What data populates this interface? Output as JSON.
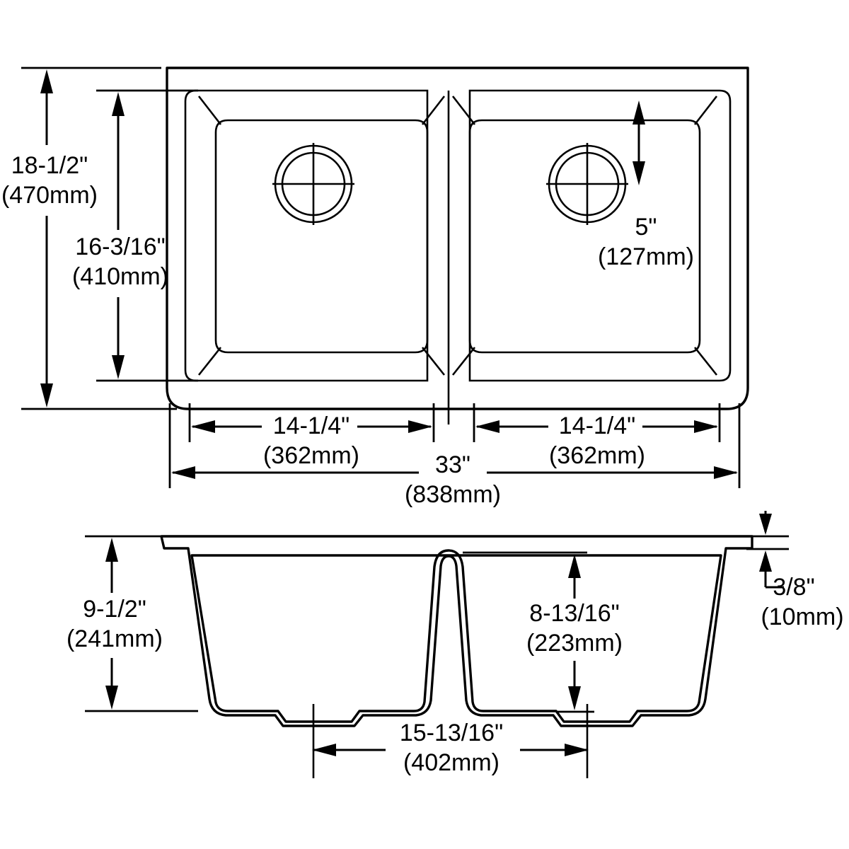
{
  "drawing": {
    "title": "Double bowl sink dimensional drawing",
    "line_color": "#000000",
    "background_color": "#ffffff",
    "views": [
      {
        "name": "top-view",
        "label": ""
      },
      {
        "name": "section-view",
        "label": ""
      }
    ]
  },
  "dimensions": {
    "overall_depth": {
      "imperial": "18-1/2\"",
      "metric": "(470mm)",
      "orientation": "vertical",
      "view": "top-view"
    },
    "bowl_depth_front_to_back": {
      "imperial": "16-3/16\"",
      "metric": "(410mm)",
      "orientation": "vertical",
      "view": "top-view"
    },
    "drain_offset_from_rear": {
      "imperial": "5\"",
      "metric": "(127mm)",
      "orientation": "vertical",
      "view": "top-view"
    },
    "left_bowl_width": {
      "imperial": "14-1/4\"",
      "metric": "(362mm)",
      "orientation": "horizontal",
      "view": "top-view"
    },
    "right_bowl_width": {
      "imperial": "14-1/4\"",
      "metric": "(362mm)",
      "orientation": "horizontal",
      "view": "top-view"
    },
    "overall_width": {
      "imperial": "33\"",
      "metric": "(838mm)",
      "orientation": "horizontal",
      "view": "top-view"
    },
    "bowl_height": {
      "imperial": "9-1/2\"",
      "metric": "(241mm)",
      "orientation": "vertical",
      "view": "section-view"
    },
    "divider_height": {
      "imperial": "8-13/16\"",
      "metric": "(223mm)",
      "orientation": "vertical",
      "view": "section-view"
    },
    "rim_thickness": {
      "imperial": "3/8\"",
      "metric": "(10mm)",
      "orientation": "vertical",
      "view": "section-view"
    },
    "drain_center_spacing": {
      "imperial": "15-13/16\"",
      "metric": "(402mm)",
      "orientation": "horizontal",
      "view": "section-view"
    }
  }
}
